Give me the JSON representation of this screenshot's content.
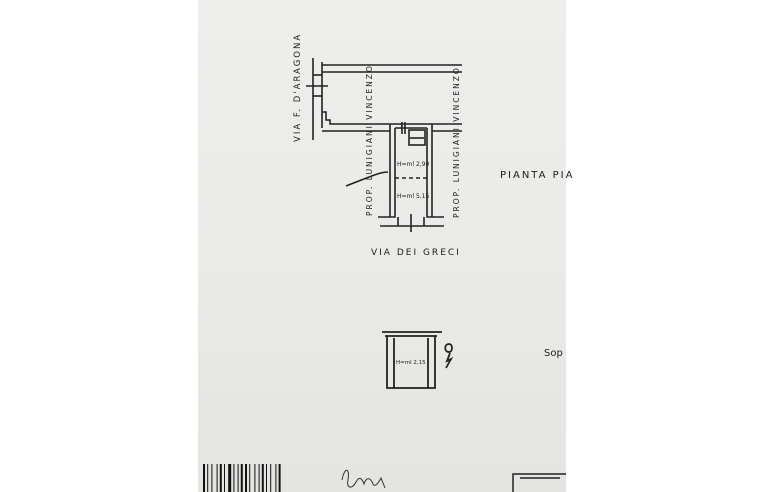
{
  "document": {
    "street_top": "VIA F. D'ARAGONA",
    "street_bottom": "VIA DEI GRECI",
    "owner_left": "PROP. LUNIGIANI VINCENZO",
    "owner_right": "PROP. LUNIGIANI VINCENZO",
    "height_upper": "H=ml 2,90",
    "height_lower": "H=ml 5,15",
    "title_partial": "PIANTA PIA",
    "second_title_partial": "Sop",
    "height_cellar": "H=ml 2,15",
    "signature": "firma"
  }
}
